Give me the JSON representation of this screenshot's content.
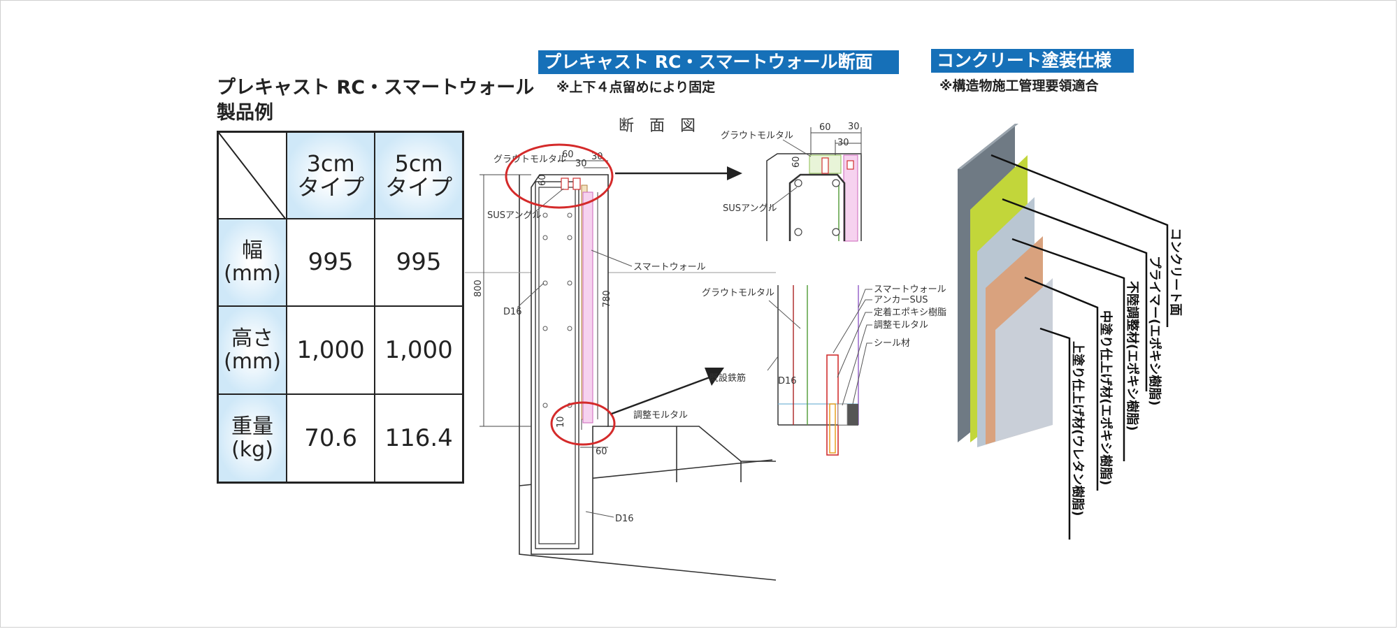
{
  "left": {
    "title_line1": "プレキャスト RC・スマートウォール",
    "title_line2": "製品例",
    "table": {
      "columns": [
        {
          "line1": "3cm",
          "line2": "タイプ"
        },
        {
          "line1": "5cm",
          "line2": "タイプ"
        }
      ],
      "rows": [
        {
          "label1": "幅",
          "label2": "(mm)",
          "values": [
            "995",
            "995"
          ]
        },
        {
          "label1": "高さ",
          "label2": "(mm)",
          "values": [
            "1,000",
            "1,000"
          ]
        },
        {
          "label1": "重量",
          "label2": "(kg)",
          "values": [
            "70.6",
            "116.4"
          ]
        }
      ]
    }
  },
  "section": {
    "banner": "プレキャスト RC・スマートウォール断面",
    "note": "※上下４点留めにより固定",
    "diagram_title": "断　面　図",
    "labels": {
      "grout_mortar": "グラウトモルタル",
      "sus_angle": "SUSアングル",
      "smart_wall": "スマートウォール",
      "d16": "D16",
      "adjust_mortar": "調整モルタル",
      "anchor_sus": "アンカーSUS",
      "fix_epoxy": "定着エポキシ樹脂",
      "seal": "シール材",
      "existing_rebar": "既設鉄筋"
    },
    "dims": {
      "d60": "60",
      "d30": "30",
      "d800": "800",
      "d780": "780",
      "d10": "10"
    }
  },
  "coating": {
    "banner": "コンクリート塗装仕様",
    "note": "※構造物施工管理要領適合",
    "layers": [
      "コンクリート面",
      "プライマー(エポキシ樹脂)",
      "不陸調整材(エポキシ樹脂)",
      "中塗り仕上げ材(エポキシ樹脂)",
      "上塗り仕上げ材(ウレタン樹脂)"
    ]
  }
}
